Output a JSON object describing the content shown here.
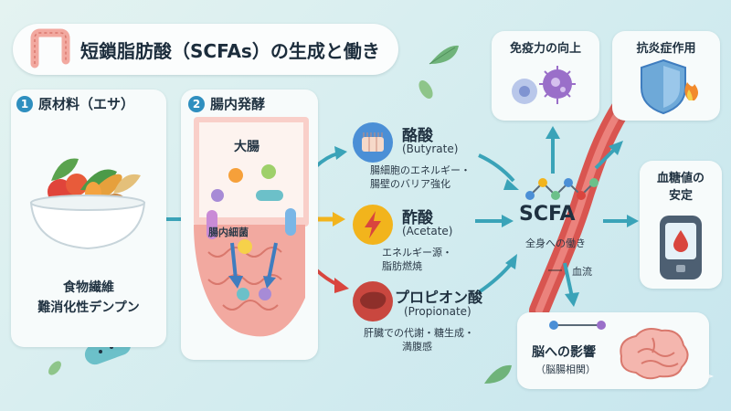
{
  "header": {
    "title": "短鎖脂肪酸（SCFAs）の生成と働き"
  },
  "step1": {
    "label": "原材料（エサ）",
    "number": "1",
    "food_line1": "食物繊維",
    "food_line2": "難消化性デンプン"
  },
  "step2": {
    "label": "腸内発酵",
    "number": "2",
    "colon_label": "大腸",
    "bacteria_label": "腸内細菌"
  },
  "acids": {
    "butyrate": {
      "name": "酪酸",
      "en": "(Butyrate)",
      "desc1": "腸細胞のエネルギー・",
      "desc2": "腸壁のバリア強化"
    },
    "acetate": {
      "name": "酢酸",
      "en": "(Acetate)",
      "desc1": "エネルギー源・",
      "desc2": "脂肪燃焼"
    },
    "propionate": {
      "name": "プロピオン酸",
      "en": "(Propionate)",
      "desc1": "肝臓での代謝・糖生成・",
      "desc2": "満腹感"
    }
  },
  "scfa": {
    "title": "SCFA",
    "subtitle": "全身への働き",
    "blood_label": "血流"
  },
  "effects": {
    "immune": "免疫力の向上",
    "anti_inflammatory": "抗炎症作用",
    "blood_sugar_line1": "血糖値の",
    "blood_sugar_line2": "安定",
    "brain_line1": "脳への影響",
    "brain_line2": "（脳腸相関）"
  },
  "colors": {
    "accent_blue": "#2f8fbf",
    "arrow_teal": "#3aa3b8",
    "colon_pink": "#f2a9a0",
    "butyrate_blue": "#4b8fd6",
    "acetate_yellow": "#f2b41c",
    "propionate_red": "#c9473f",
    "blood_red": "#d9453e"
  },
  "icons": [
    "intestine-icon",
    "vegetable-bowl-icon",
    "bacteria-icon",
    "intestinal-cell-icon",
    "lightning-icon",
    "liver-icon",
    "molecule-icon",
    "virus-icon",
    "shield-icon",
    "glucose-meter-icon",
    "brain-icon",
    "leaf-icon",
    "sparkle-icon"
  ]
}
